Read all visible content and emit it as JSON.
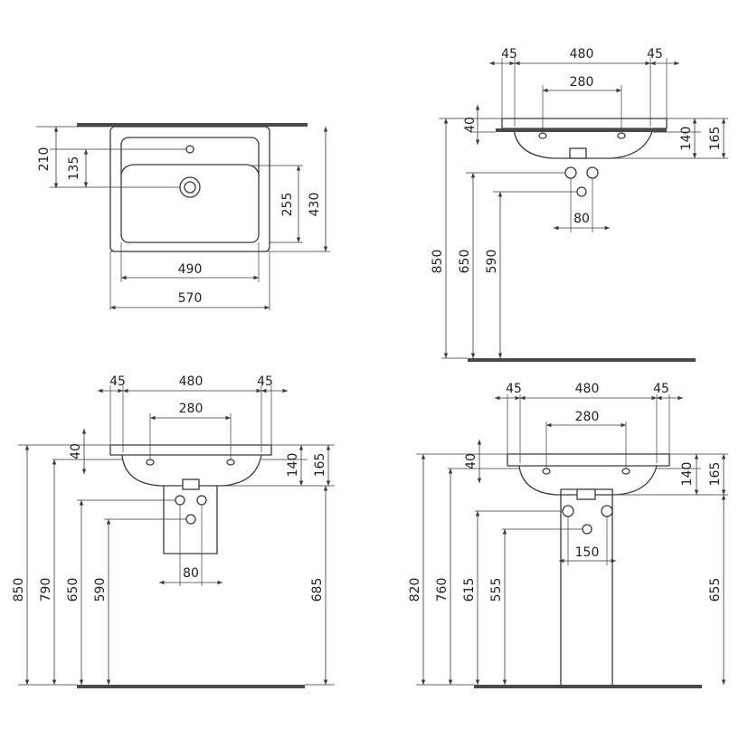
{
  "top_view": {
    "d210": "210",
    "d135": "135",
    "d255": "255",
    "d430": "430",
    "d490": "490",
    "d570": "570"
  },
  "side_view": {
    "d45a": "45",
    "d480": "480",
    "d45b": "45",
    "d280": "280",
    "d40": "40",
    "d140": "140",
    "d165": "165",
    "d80": "80",
    "d850": "850",
    "d650": "650",
    "d590": "590"
  },
  "half_pedestal_view": {
    "d45a": "45",
    "d480": "480",
    "d45b": "45",
    "d280": "280",
    "d40": "40",
    "d140": "140",
    "d165": "165",
    "d80": "80",
    "d850": "850",
    "d790": "790",
    "d650": "650",
    "d590": "590",
    "d685": "685"
  },
  "pedestal_view": {
    "d45a": "45",
    "d480": "480",
    "d45b": "45",
    "d280": "280",
    "d40": "40",
    "d140": "140",
    "d165": "165",
    "d150": "150",
    "d820": "820",
    "d760": "760",
    "d615": "615",
    "d555": "555",
    "d655": "655"
  }
}
